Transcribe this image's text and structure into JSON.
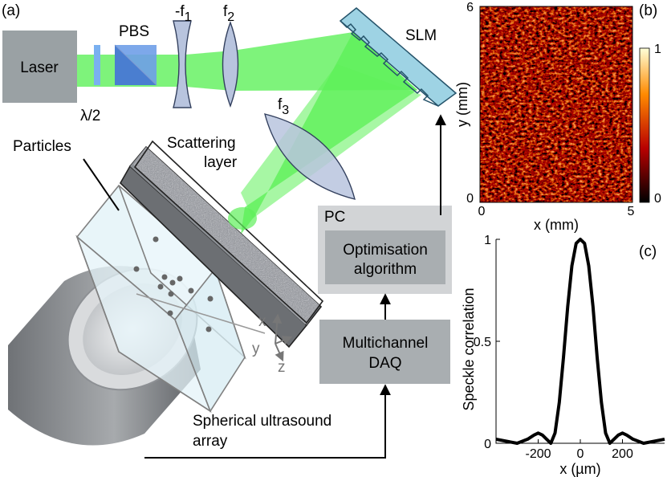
{
  "panels": {
    "a": "(a)",
    "b": "(b)",
    "c": "(c)"
  },
  "setup": {
    "laser": "Laser",
    "half_wave": "λ/2",
    "pbs": "PBS",
    "lens_f1": {
      "main": "-f",
      "sub": "1"
    },
    "lens_f2": {
      "main": "f",
      "sub": "2"
    },
    "lens_f3": {
      "main": "f",
      "sub": "3"
    },
    "slm": "SLM",
    "particles": "Particles",
    "scattering_layer": [
      "Scattering",
      "layer"
    ],
    "pc": "PC",
    "optimisation": [
      "Optimisation",
      "algorithm"
    ],
    "daq": [
      "Multichannel",
      "DAQ"
    ],
    "ultrasound": [
      "Spherical ultrasound",
      "array"
    ],
    "axes": {
      "x": "x",
      "y": "y",
      "z": "z"
    }
  },
  "colors": {
    "beam": "#5ef05a",
    "laser_box": "#9aa1a4",
    "pc_box": "#d2d4d6",
    "inner_box": "#a9aeb1",
    "lens": "#b8c4de",
    "slm": "#9ed3e4",
    "cube": "#e4f3f8",
    "transducer": "#7d8084"
  },
  "speckle_map": {
    "xlabel": "x (mm)",
    "ylabel": "y (mm)",
    "x_ticks": [
      "0",
      "5"
    ],
    "y_ticks": [
      "0",
      "6"
    ],
    "colorbar_ticks": [
      "0",
      "1"
    ],
    "xlim": [
      0,
      5
    ],
    "ylim": [
      0,
      6
    ],
    "clim": [
      0,
      1
    ]
  },
  "chart_data": {
    "type": "line",
    "xlabel": "x (µm)",
    "ylabel": "Speckle correlation",
    "xlim": [
      -400,
      400
    ],
    "ylim": [
      0,
      1
    ],
    "x_ticks": [
      -200,
      0,
      200
    ],
    "y_ticks": [
      0,
      0.5,
      1
    ],
    "grid": false,
    "series": [
      {
        "x": [
          -400,
          -350,
          -300,
          -250,
          -220,
          -200,
          -180,
          -160,
          -140,
          -120,
          -100,
          -80,
          -60,
          -40,
          -20,
          0,
          20,
          40,
          60,
          80,
          100,
          120,
          140,
          160,
          180,
          200,
          220,
          250,
          300,
          350,
          400
        ],
        "values": [
          0.02,
          0.01,
          0.0,
          0.02,
          0.04,
          0.05,
          0.04,
          0.02,
          0.0,
          0.05,
          0.2,
          0.42,
          0.67,
          0.87,
          0.98,
          1.0,
          0.98,
          0.87,
          0.67,
          0.42,
          0.2,
          0.05,
          0.0,
          0.02,
          0.04,
          0.05,
          0.04,
          0.02,
          0.0,
          0.01,
          0.02
        ]
      }
    ]
  }
}
